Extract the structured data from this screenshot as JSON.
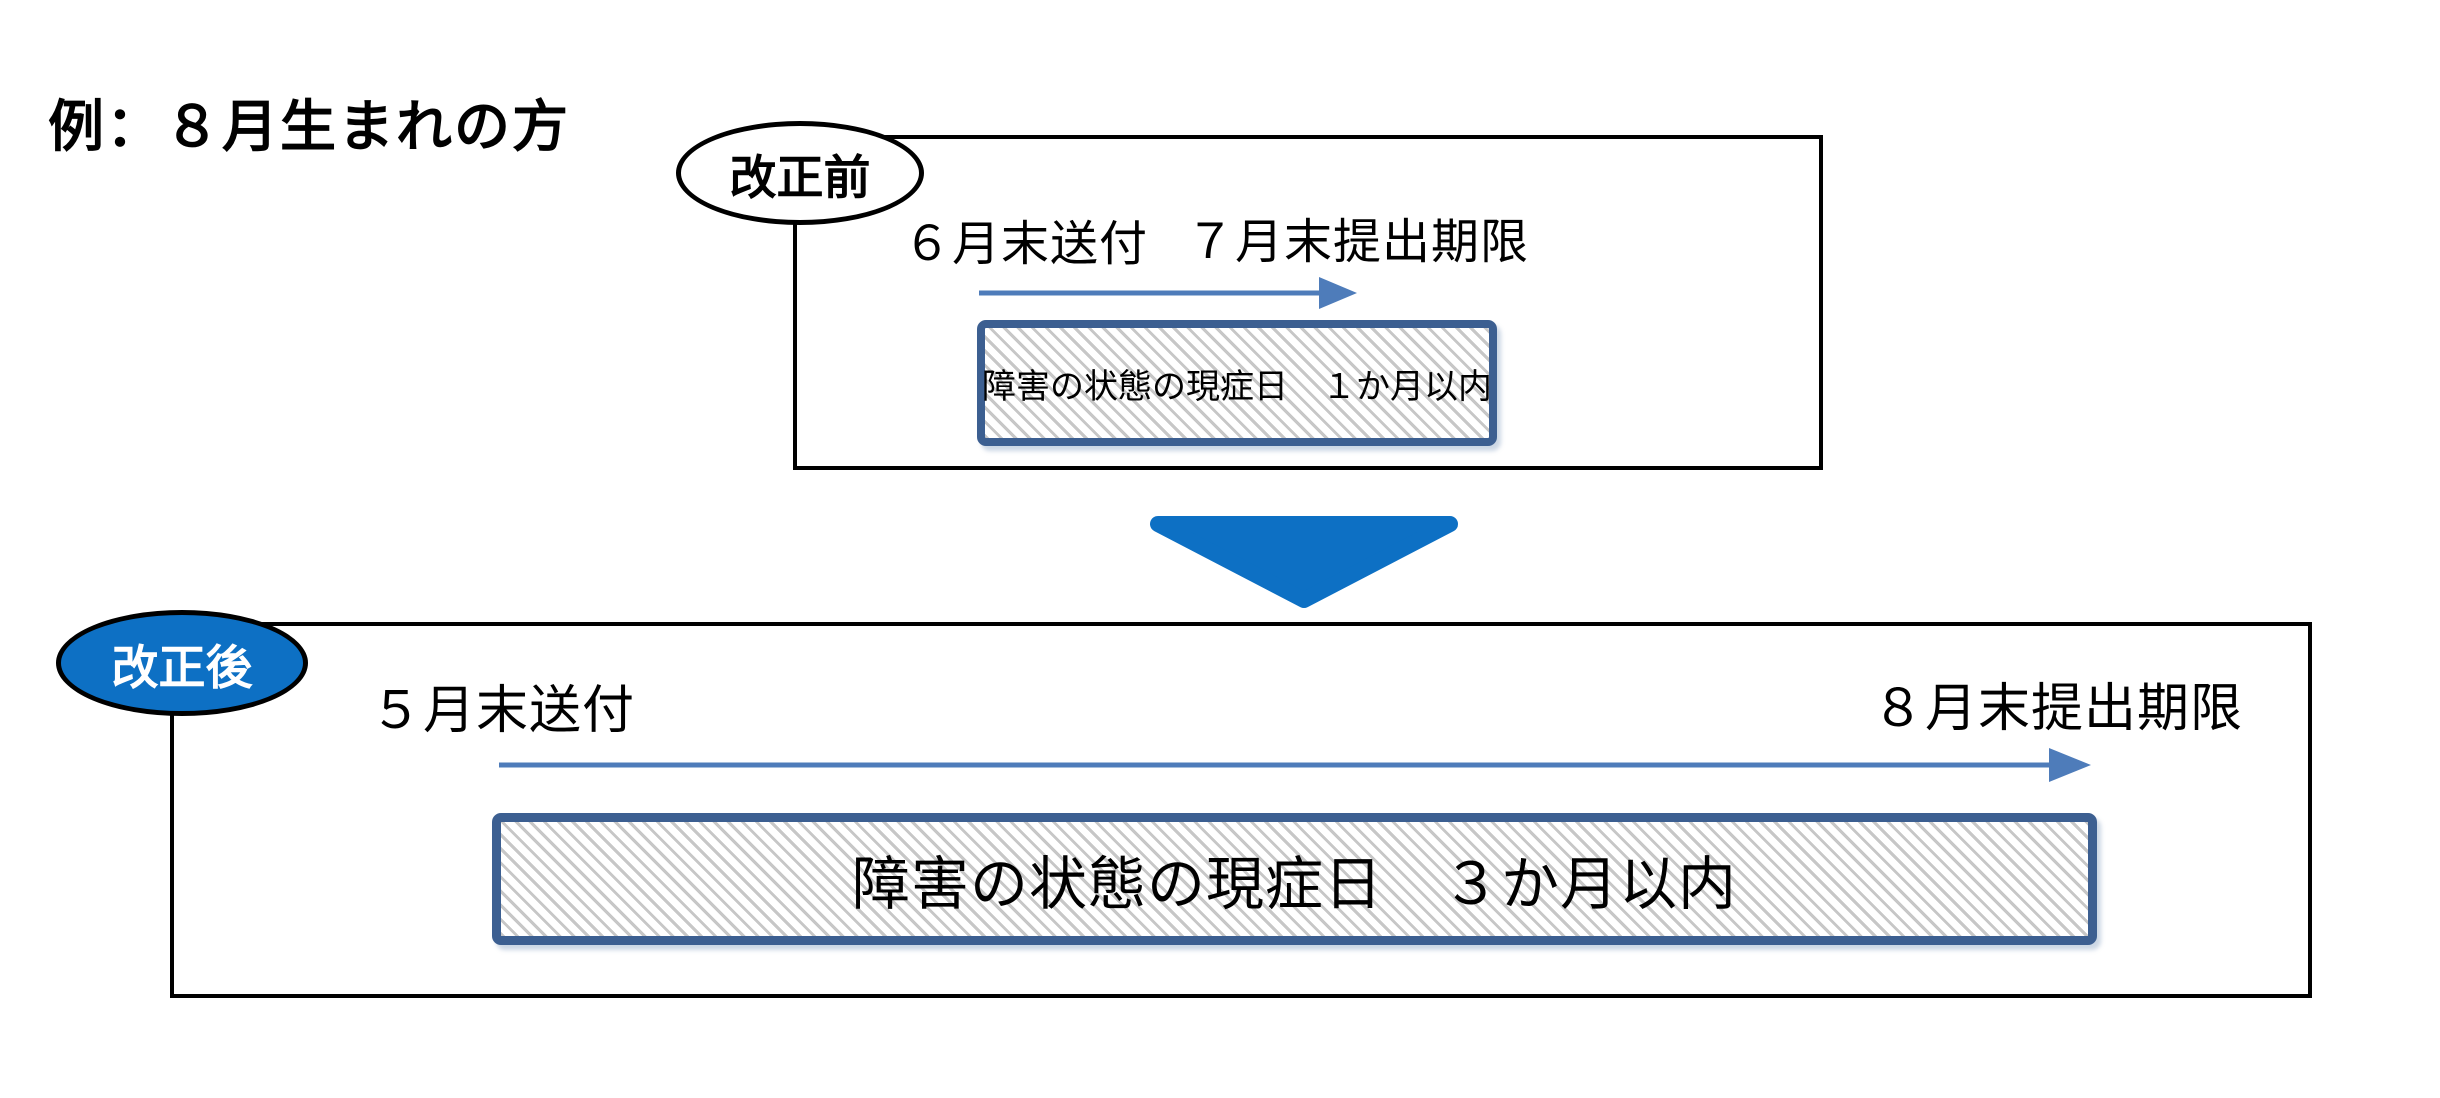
{
  "title": "例：８月生まれの方",
  "colors": {
    "primary_blue": "#0d70c4",
    "arrow_blue": "#4e7cba",
    "frame_navy": "#3c5f91",
    "outline_black": "#000000"
  },
  "before": {
    "badge": "改正前",
    "send_label": "６月末送付",
    "deadline_label": "７月末提出期限",
    "period_label": "障害の状態の現症日　１か月以内"
  },
  "after": {
    "badge": "改正後",
    "send_label": "５月末送付",
    "deadline_label": "８月末提出期限",
    "period_label": "障害の状態の現症日　３か月以内"
  }
}
